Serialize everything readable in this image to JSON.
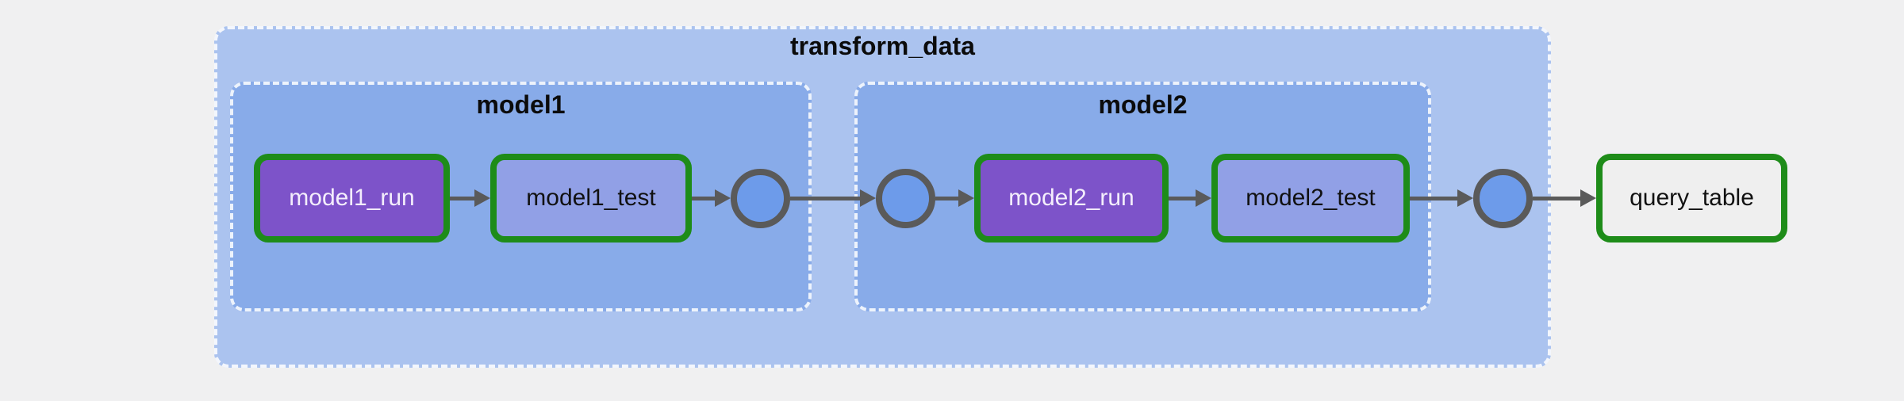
{
  "diagram": {
    "type": "dag-graph",
    "groups": {
      "transform_data": {
        "label": "transform_data"
      },
      "model1": {
        "label": "model1"
      },
      "model2": {
        "label": "model2"
      }
    },
    "nodes": {
      "model1_run": {
        "label": "model1_run",
        "type": "run"
      },
      "model1_test": {
        "label": "model1_test",
        "type": "test"
      },
      "model2_run": {
        "label": "model2_run",
        "type": "run"
      },
      "model2_test": {
        "label": "model2_test",
        "type": "test"
      },
      "query_table": {
        "label": "query_table",
        "type": "external"
      }
    },
    "joins": [
      {
        "name": "join-after-model1"
      },
      {
        "name": "join-before-model2"
      },
      {
        "name": "join-after-transform-data"
      }
    ],
    "edges": [
      {
        "from": "model1_run",
        "to": "model1_test"
      },
      {
        "from": "model1_test",
        "to": "join-after-model1"
      },
      {
        "from": "join-after-model1",
        "to": "join-before-model2"
      },
      {
        "from": "join-before-model2",
        "to": "model2_run"
      },
      {
        "from": "model2_run",
        "to": "model2_test"
      },
      {
        "from": "model2_test",
        "to": "join-after-transform-data"
      },
      {
        "from": "join-after-transform-data",
        "to": "query_table"
      }
    ],
    "colors": {
      "background": "#f0f0f1",
      "outer_group_fill": "#abc3ef",
      "inner_group_fill": "#88abe9",
      "run_node_fill": "#7d53c9",
      "test_node_fill": "#91a0e6",
      "external_node_fill": "#efefef",
      "join_fill": "#6d9bea",
      "node_border_green": "#1e8c19",
      "edge_gray": "#5a5a5a",
      "group_border_dash": "#ffffff"
    }
  }
}
